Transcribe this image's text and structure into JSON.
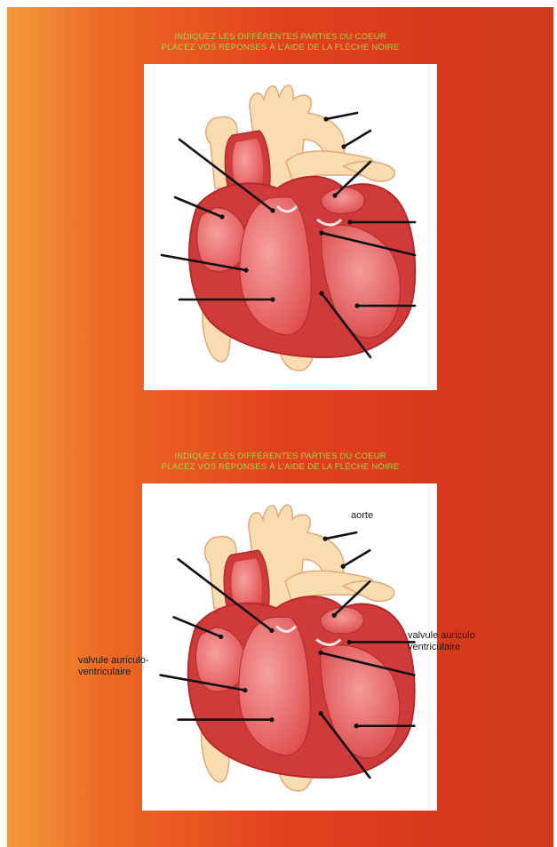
{
  "panels": [
    {
      "instruction": {
        "line1": "INDIQUEZ LES DIFFÉRENTES PARTIES DU COEUR",
        "line2": "PLACEZ VOS RÉPONSES À L'AIDE DE LA FLÈCHE NOIRE"
      },
      "labels": {}
    },
    {
      "instruction": {
        "line1": "INDIQUEZ LES DIFFÉRENTES PARTIES DU COEUR",
        "line2": "PLACEZ VOS RÉPONSES À L'AIDE DE LA FLÈCHE NOIRE"
      },
      "labels": {
        "aorta": "aorte",
        "left_valve_line1": "valvule auriculo-",
        "left_valve_line2": "ventriculaire",
        "right_valve_line1": "valvule auriculo",
        "right_valve_line2": "ventriculaire"
      }
    }
  ],
  "colors": {
    "vessel": "#f9dcb0",
    "vessel_stroke": "#e3a77a",
    "heart_outer": "#cf3b3b",
    "heart_light": "#f07a7a",
    "heart_mid": "#e04e4e",
    "pointer": "#111111"
  }
}
